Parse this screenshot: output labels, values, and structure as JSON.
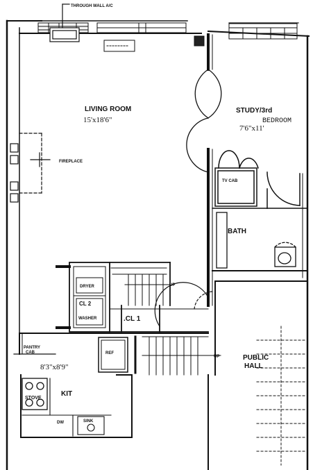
{
  "plan": {
    "rooms": {
      "living_name": "LIVING ROOM",
      "living_dim": "15'x18'6\"",
      "study_name": "STUDY/3rd",
      "study_name2": "BEDROOM",
      "study_dim": "7'6\"x11'",
      "bath": "BATH",
      "kit": "KIT",
      "kit_dim": "8'3\"x8'9\"",
      "public_hall": "PUBLIC",
      "public_hall2": "HALL"
    },
    "fixtures": {
      "through_wall_ac": "THROUGH WALL A/C",
      "fireplace": "FIREPLACE",
      "tv_cab": "TV CAB",
      "dryer": "DRYER",
      "cl2": "CL 2",
      "washer": "WASHER",
      "cl1": ".CL 1",
      "pantry": "PANTRY",
      "pantry2": "CAB",
      "ref": "REF",
      "stove": "STOVE",
      "dw": "DW",
      "sink": "SINK",
      "up1": "UP",
      "up2": "UP"
    }
  }
}
